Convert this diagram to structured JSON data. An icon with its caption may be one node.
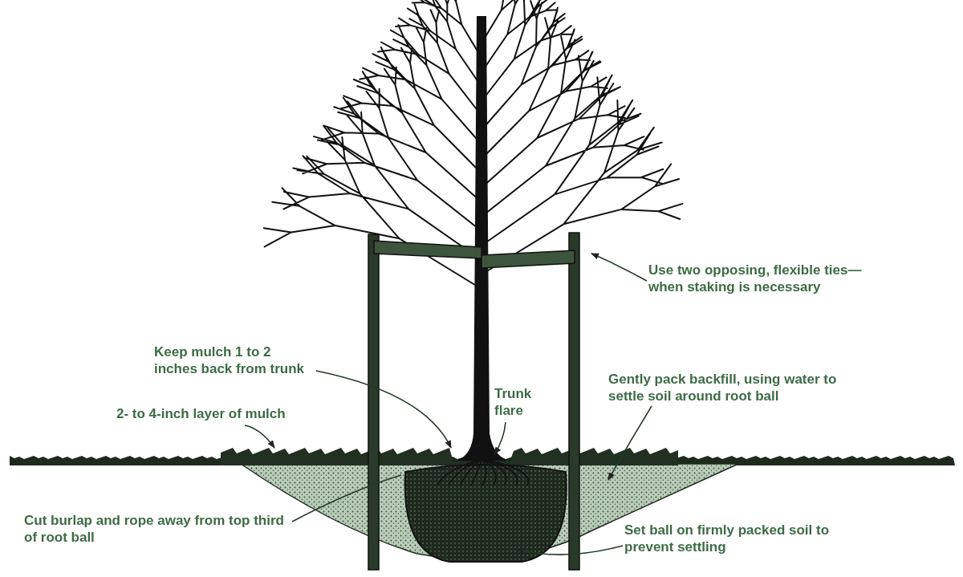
{
  "diagram": {
    "nodes": [
      {
        "text": [
          "Use two opposing, flexible ties— when staking is necessary"
        ]
      },
      {
        "text": [
          "Keep mulch 1 to 2 inches back from trunk"
        ]
      },
      {
        "text": [
          "Trunk flare"
        ]
      },
      {
        "text": [
          "Gently pack backfill, using water to settle soil around root ball"
        ]
      },
      {
        "text": [
          "2- to 4-inch layer of mulch"
        ]
      },
      {
        "text": [
          "Cut burlap and rope away from top third of root ball"
        ]
      },
      {
        "text": [
          "Set ball on firmly packed soil to prevent settling"
        ]
      }
    ],
    "edges": [
      {
        "from": 0,
        "to": null,
        "arrow": "to"
      },
      {
        "from": 1,
        "to": null,
        "arrow": "to"
      },
      {
        "from": 2,
        "to": null,
        "arrow": "to"
      },
      {
        "from": 3,
        "to": null,
        "arrow": "to"
      },
      {
        "from": 4,
        "to": null,
        "arrow": "to"
      },
      {
        "from": 5,
        "to": null,
        "arrow": "none"
      },
      {
        "from": 6,
        "to": null,
        "arrow": "to"
      }
    ]
  }
}
